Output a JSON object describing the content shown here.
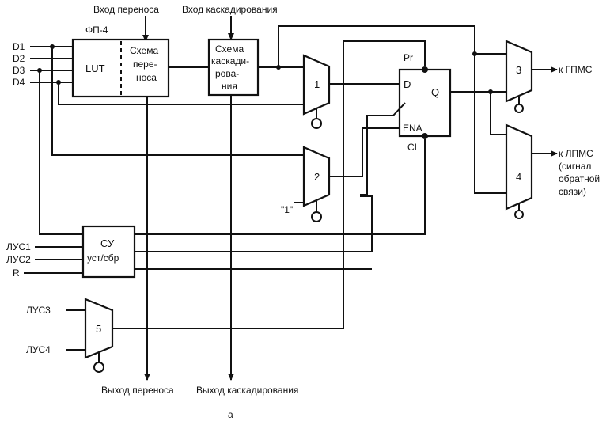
{
  "top_labels": {
    "carry_in": "Вход переноса",
    "cascade_in": "Вход каскадирования"
  },
  "bottom_labels": {
    "carry_out": "Выход переноса",
    "cascade_out": "Выход каскадирования"
  },
  "caption": "а",
  "inputs": {
    "d1": "D1",
    "d2": "D2",
    "d3": "D3",
    "d4": "D4",
    "lus1": "ЛУС1",
    "lus2": "ЛУС2",
    "r": "R",
    "lus3": "ЛУС3",
    "lus4": "ЛУС4",
    "const_one": "\"1\""
  },
  "fp4": {
    "title": "ФП-4",
    "lut": "LUT",
    "carry": [
      "Схема",
      "пере-",
      "носа"
    ]
  },
  "cascade": [
    "Схема",
    "каскади-",
    "рова-",
    "ния"
  ],
  "muxes": {
    "m1": "1",
    "m2": "2",
    "m3": "3",
    "m4": "4",
    "m5": "5"
  },
  "trigger": {
    "pr": "Pr",
    "d": "D",
    "q": "Q",
    "ena": "ENA",
    "cl": "CI"
  },
  "su": [
    "СУ",
    "уст/сбр"
  ],
  "outputs": {
    "gpms": "к ГПМС",
    "lpms": [
      "к ЛПМС",
      "(сигнал",
      "обратной",
      "связи)"
    ]
  }
}
